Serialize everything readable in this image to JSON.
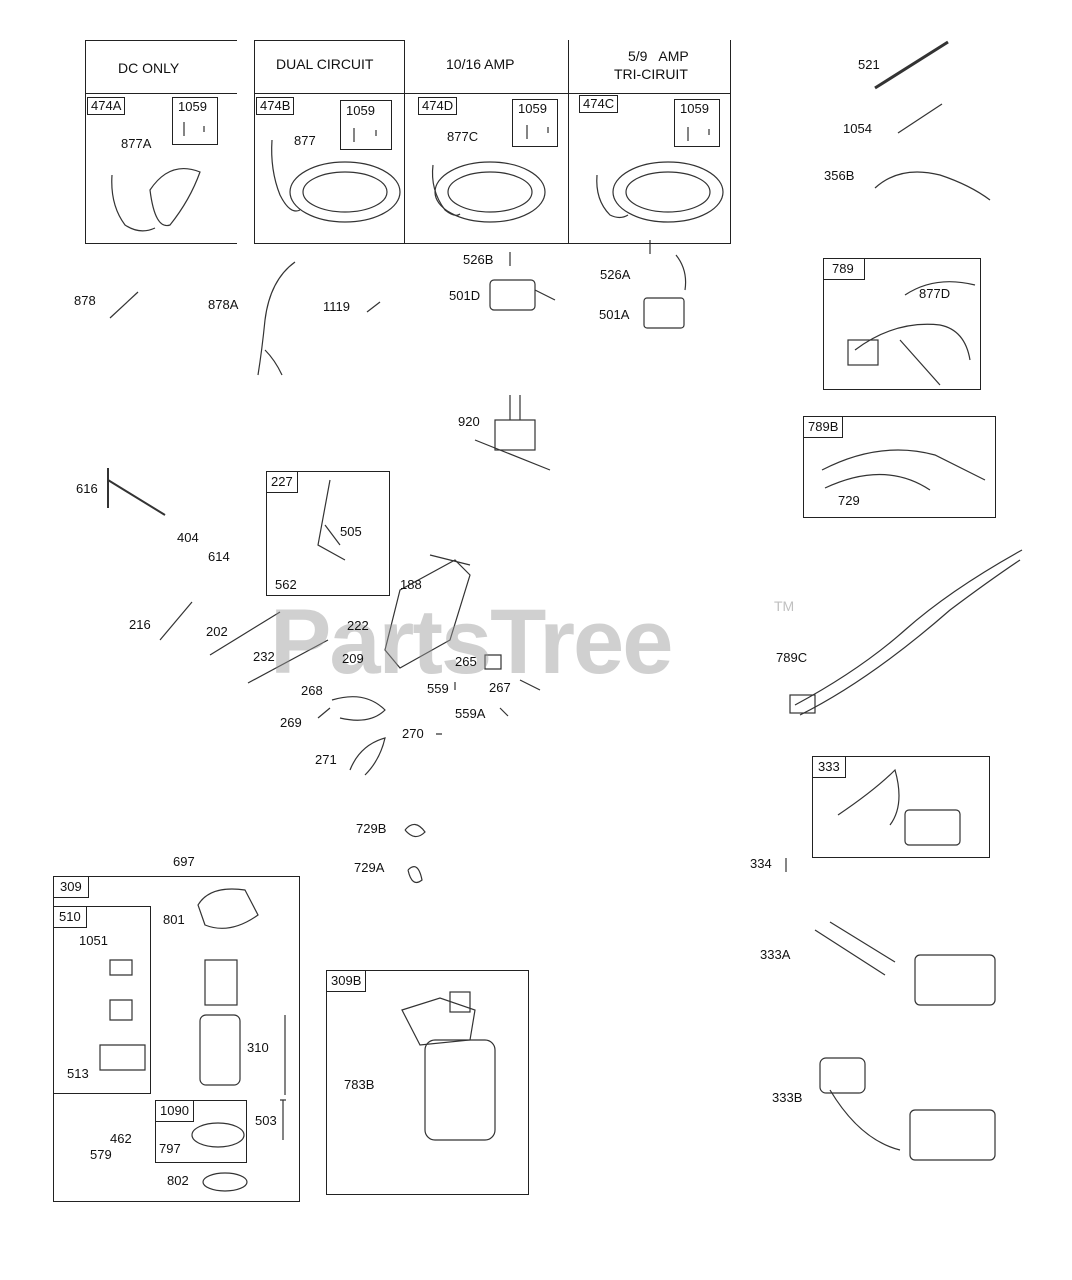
{
  "watermark": {
    "brand": "PartsTree",
    "tm": "TM"
  },
  "headers": {
    "dc_only": "DC ONLY",
    "dual_circuit": "DUAL CIRCUIT",
    "amp_10_16": "10/16 AMP",
    "amp_5_9": "5/9   AMP",
    "tri_circuit": "TRI-CIRUIT"
  },
  "boxes": {
    "b474A": "474A",
    "b474B": "474B",
    "b474D": "474D",
    "b474C": "474C",
    "b1059a": "1059",
    "b1059b": "1059",
    "b1059c": "1059",
    "b1059d": "1059",
    "b789": "789",
    "b789B": "789B",
    "b227": "227",
    "b333": "333",
    "b309": "309",
    "b510": "510",
    "b1090": "1090",
    "b309B": "309B"
  },
  "parts": {
    "p877A": "877A",
    "p877": "877",
    "p877C": "877C",
    "p521": "521",
    "p1054": "1054",
    "p356B": "356B",
    "p878": "878",
    "p878A": "878A",
    "p1119": "1119",
    "p526B": "526B",
    "p501D": "501D",
    "p526A": "526A",
    "p501A": "501A",
    "p877D": "877D",
    "p729": "729",
    "p920": "920",
    "p616": "616",
    "p404": "404",
    "p614": "614",
    "p505": "505",
    "p562": "562",
    "p188": "188",
    "p216": "216",
    "p202": "202",
    "p222": "222",
    "p232": "232",
    "p209": "209",
    "p265": "265",
    "p268": "268",
    "p559": "559",
    "p267": "267",
    "p269": "269",
    "p559A": "559A",
    "p270": "270",
    "p271": "271",
    "p789C": "789C",
    "p729B": "729B",
    "p729A": "729A",
    "p697": "697",
    "p334": "334",
    "p801": "801",
    "p1051": "1051",
    "p310": "310",
    "p513": "513",
    "p333A": "333A",
    "p783B": "783B",
    "p462": "462",
    "p503": "503",
    "p797": "797",
    "p579": "579",
    "p802": "802",
    "p333B": "333B"
  }
}
